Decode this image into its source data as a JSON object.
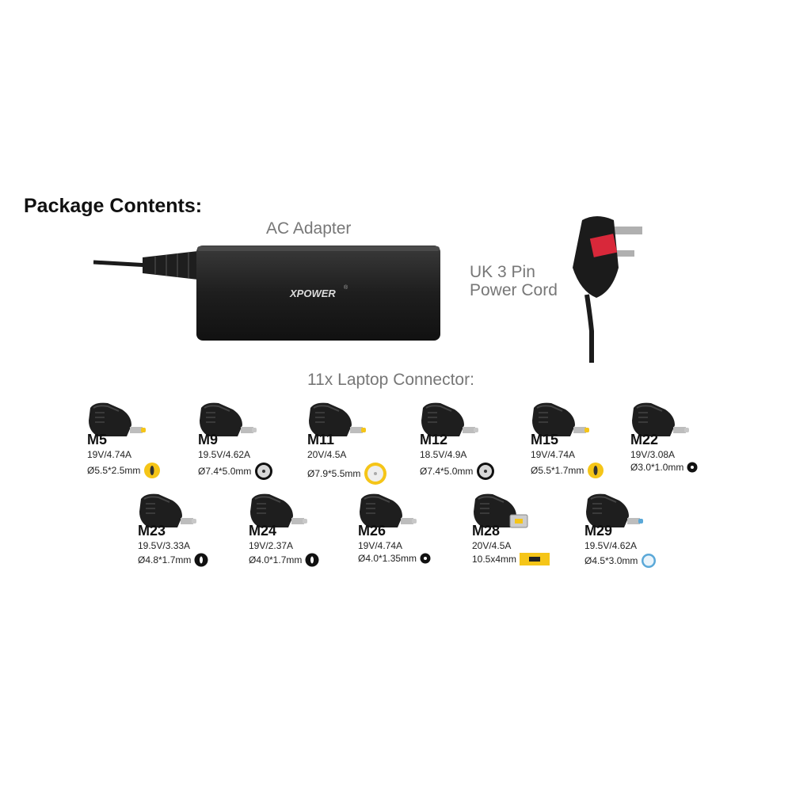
{
  "heading": "Package Contents:",
  "adapter": {
    "label": "AC Adapter",
    "brand_text": "XPOWER",
    "registered_mark": "®"
  },
  "power_cord": {
    "label_line1": "UK 3 Pin",
    "label_line2": "Power Cord"
  },
  "connectors_label": "11x Laptop Connector:",
  "colors": {
    "tip_yellow": "#f5c518",
    "tip_gray": "#d8d8d8",
    "tip_blue": "#5aa8d8",
    "body_black": "#1c1c1c",
    "plug_red": "#d8283a"
  },
  "connectors": [
    {
      "model": "M5",
      "voltage": "19V/4.74A",
      "size": "Ø5.5*2.5mm",
      "icon": "yellow-round-pin-icon"
    },
    {
      "model": "M9",
      "voltage": "19.5V/4.62A",
      "size": "Ø7.4*5.0mm",
      "icon": "gray-ring-pin-icon"
    },
    {
      "model": "M11",
      "voltage": "20V/4.5A",
      "size": "Ø7.9*5.5mm",
      "icon": "yellow-large-ring-icon"
    },
    {
      "model": "M12",
      "voltage": "18.5V/4.9A",
      "size": "Ø7.4*5.0mm",
      "icon": "gray-ring-pin-icon"
    },
    {
      "model": "M15",
      "voltage": "19V/4.74A",
      "size": "Ø5.5*1.7mm",
      "icon": "yellow-round-pin-icon"
    },
    {
      "model": "M22",
      "voltage": "19V/3.08A",
      "size": "Ø3.0*1.0mm",
      "icon": "black-small-dot-icon"
    },
    {
      "model": "M23",
      "voltage": "19.5V/3.33A",
      "size": "Ø4.8*1.7mm",
      "icon": "black-pin-icon"
    },
    {
      "model": "M24",
      "voltage": "19V/2.37A",
      "size": "Ø4.0*1.7mm",
      "icon": "black-pin-icon"
    },
    {
      "model": "M26",
      "voltage": "19V/4.74A",
      "size": "Ø4.0*1.35mm",
      "icon": "black-small-dot-icon"
    },
    {
      "model": "M28",
      "voltage": "20V/4.5A",
      "size": "10.5x4mm",
      "icon": "yellow-rectangle-plug-icon"
    },
    {
      "model": "M29",
      "voltage": "19.5V/4.62A",
      "size": "Ø4.5*3.0mm",
      "icon": "blue-ring-icon"
    }
  ]
}
